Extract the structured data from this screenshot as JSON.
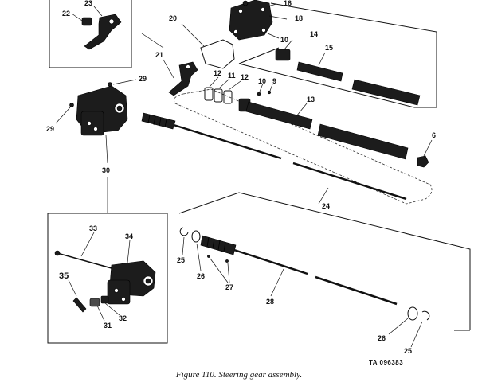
{
  "figure": {
    "caption": "Figure 110. Steering gear assembly.",
    "tag": "TA 096383"
  },
  "callouts": {
    "c22": "22",
    "c23": "23",
    "c16": "16",
    "c18": "18",
    "c10a": "10",
    "c14": "14",
    "c15": "15",
    "c20": "20",
    "c21": "21",
    "c29a": "29",
    "c29b": "29",
    "c12a": "12",
    "c11": "11",
    "c12b": "12",
    "c10b": "10",
    "c9": "9",
    "c13": "13",
    "c6": "6",
    "c30": "30",
    "c24": "24",
    "c33": "33",
    "c34": "34",
    "c35": "35",
    "c25a": "25",
    "c26a": "26",
    "c27": "27",
    "c28": "28",
    "c26b": "26",
    "c25b": "25",
    "c31": "31",
    "c32": "32"
  }
}
